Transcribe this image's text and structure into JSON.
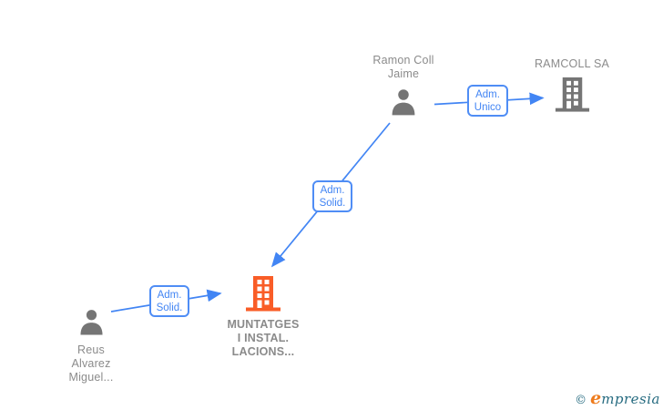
{
  "diagram": {
    "type": "corporate-relationship-graph",
    "background": "#ffffff"
  },
  "colors": {
    "accent_blue": "#4285f4",
    "icon_gray": "#757575",
    "text_gray": "#8b8b8b",
    "company_highlight_orange": "#f95d27",
    "logo_teal": "#266b80",
    "logo_orange": "#ee7c1e"
  },
  "nodes": {
    "ramon": {
      "type": "person",
      "icon": "person-icon",
      "lines": [
        "Ramon Coll",
        "Jaime"
      ]
    },
    "ramcoll": {
      "type": "company",
      "icon": "building-icon",
      "lines": [
        "RAMCOLL SA"
      ]
    },
    "muntatges": {
      "type": "company",
      "icon": "building-icon",
      "lines": [
        "MUNTATGES",
        "I INSTAL.",
        "LACIONS..."
      ]
    },
    "reus": {
      "type": "person",
      "icon": "person-icon",
      "lines": [
        "Reus",
        "Alvarez",
        "Miguel..."
      ]
    }
  },
  "edges": [
    {
      "from": "ramon",
      "to": "ramcoll",
      "label_lines": [
        "Adm.",
        "Unico"
      ]
    },
    {
      "from": "ramon",
      "to": "muntatges",
      "label_lines": [
        "Adm.",
        "Solid."
      ]
    },
    {
      "from": "reus",
      "to": "muntatges",
      "label_lines": [
        "Adm.",
        "Solid."
      ]
    }
  ],
  "watermark": {
    "copyright": "©",
    "brand_initial": "e",
    "brand_rest": "mpresia"
  }
}
